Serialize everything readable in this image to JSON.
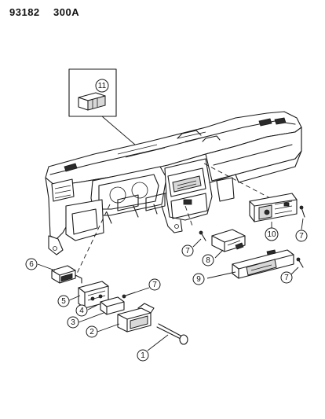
{
  "header": {
    "doc_number": "93182",
    "diagram_code": "300A"
  },
  "callouts": [
    {
      "id": "callout-1",
      "label": "1"
    },
    {
      "id": "callout-2",
      "label": "2"
    },
    {
      "id": "callout-3",
      "label": "3"
    },
    {
      "id": "callout-4",
      "label": "4"
    },
    {
      "id": "callout-5",
      "label": "5"
    },
    {
      "id": "callout-6",
      "label": "6"
    },
    {
      "id": "callout-7a",
      "label": "7"
    },
    {
      "id": "callout-7b",
      "label": "7"
    },
    {
      "id": "callout-7c",
      "label": "7"
    },
    {
      "id": "callout-7d",
      "label": "7"
    },
    {
      "id": "callout-8",
      "label": "8"
    },
    {
      "id": "callout-9",
      "label": "9"
    },
    {
      "id": "callout-10",
      "label": "10"
    },
    {
      "id": "callout-11",
      "label": "11"
    }
  ]
}
